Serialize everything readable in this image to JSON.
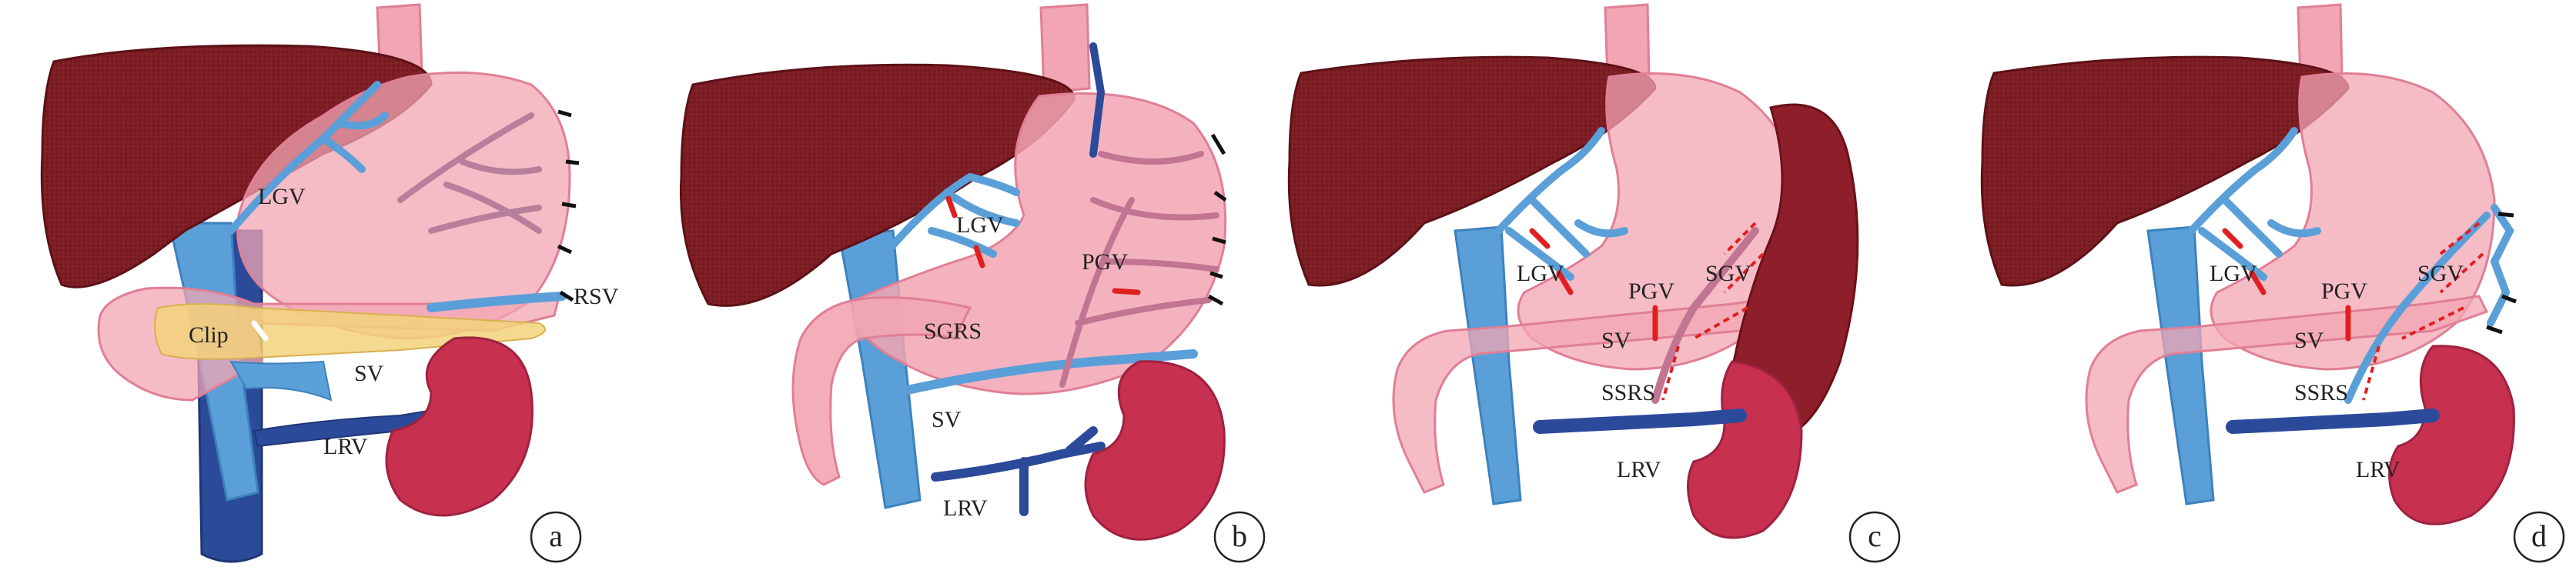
{
  "colors": {
    "liver": "#7d1e24",
    "liver_speckle": "#5c1117",
    "stomach": "#f2a5b3",
    "stomach_edge": "#e07f95",
    "vein": "#5b9fd8",
    "vein_dark": "#2c4a9a",
    "kidney": "#c8304f",
    "spleen": "#8e1e2a",
    "clip_yellow": "#f3d27a",
    "ligation": "#e02020",
    "ink": "#222222"
  },
  "panels": [
    {
      "letter": "a",
      "labels": {
        "lgv": "LGV",
        "rsv": "RSV",
        "clip": "Clip",
        "sv": "SV",
        "lrv": "LRV"
      }
    },
    {
      "letter": "b",
      "labels": {
        "lgv": "LGV",
        "pgv": "PGV",
        "sgrs": "SGRS",
        "sv": "SV",
        "lrv": "LRV"
      }
    },
    {
      "letter": "c",
      "labels": {
        "lgv": "LGV",
        "pgv": "PGV",
        "sgv": "SGV",
        "sv": "SV",
        "ssrs": "SSRS",
        "lrv": "LRV"
      }
    },
    {
      "letter": "d",
      "labels": {
        "lgv": "LGV",
        "pgv": "PGV",
        "sgv": "SGV",
        "sv": "SV",
        "ssrs": "SSRS",
        "lrv": "LRV"
      }
    }
  ]
}
